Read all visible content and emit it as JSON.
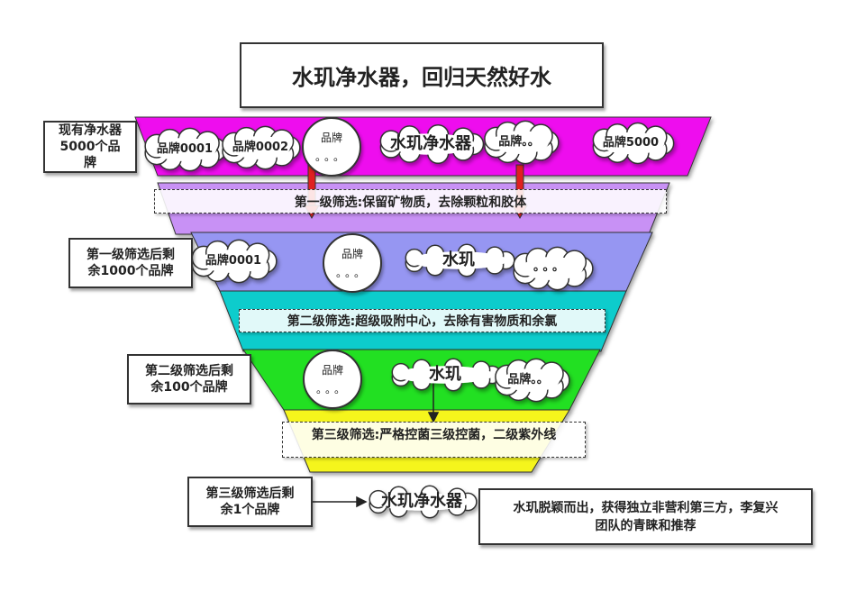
{
  "title": "水玑净水器，回归天然好水",
  "side_notes": {
    "initial": [
      "现有净水器",
      "5000个品",
      "牌"
    ],
    "after_stage1": [
      "第一级筛选后剩",
      "余1000个品牌"
    ],
    "after_stage2": [
      "第二级筛选后剩",
      "余100个品牌"
    ],
    "after_stage3": [
      "第三级筛选后剩",
      "余1个品牌"
    ]
  },
  "stages": {
    "stage1": "第一级筛选:保留矿物质，去除颗粒和胶体",
    "stage2": "第二级筛选:超级吸附中心，去除有害物质和余氯",
    "stage3": "第三级筛选:严格控菌三级控菌，二级紫外线"
  },
  "tier1": {
    "brand_a": "品牌0001",
    "brand_b": "品牌0002",
    "circle_label": "品牌",
    "circle_dots": "。。。",
    "highlight": "水玑净水器",
    "brand_etc": "品牌。。",
    "brand_last": "品牌5000"
  },
  "tier2": {
    "brand_a": "品牌0001",
    "circle_label": "品牌",
    "circle_dots": "。。。",
    "highlight": "水玑",
    "etc": "。。。"
  },
  "tier3": {
    "circle_label": "品牌",
    "circle_dots": "。。。",
    "highlight": "水玑",
    "brand_etc": "品牌。。"
  },
  "final_brand": "水玑净水器",
  "result": [
    "水玑脱颖而出，获得独立非营利第三方，李复兴",
    "团队的青睐和推荐"
  ],
  "colors": {
    "tier1": "#ee11ee",
    "filter1": "#c891f5",
    "tier2": "#9696f2",
    "filter2": "#11cccc",
    "tier3": "#22e022",
    "filter3": "#f5f51e",
    "arrow_red": "#e02020"
  }
}
